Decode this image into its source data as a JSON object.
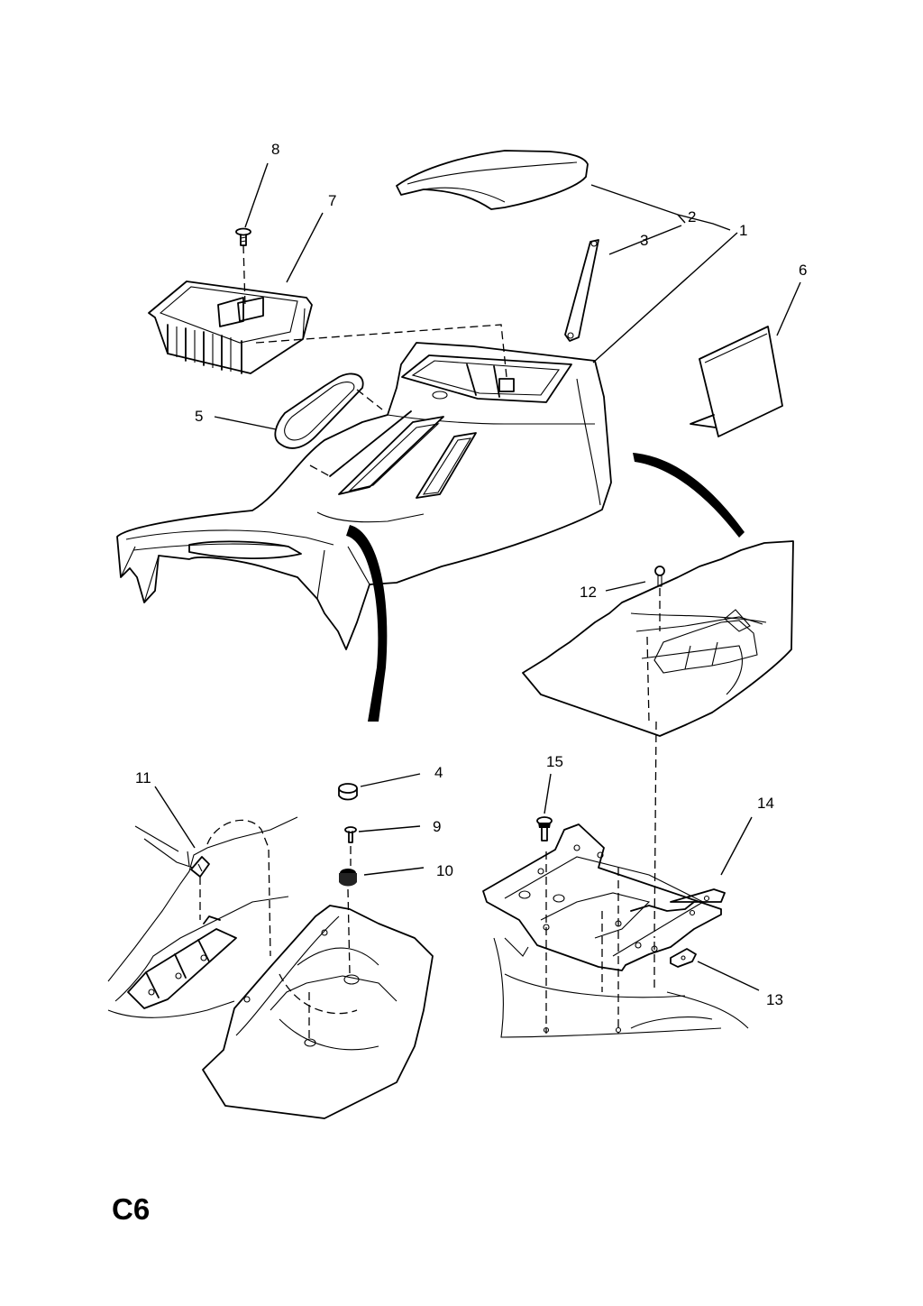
{
  "diagram": {
    "page_id": "C6",
    "callouts": [
      "1",
      "2",
      "3",
      "4",
      "5",
      "6",
      "7",
      "8",
      "9",
      "10",
      "11",
      "12",
      "13",
      "14",
      "15"
    ]
  }
}
